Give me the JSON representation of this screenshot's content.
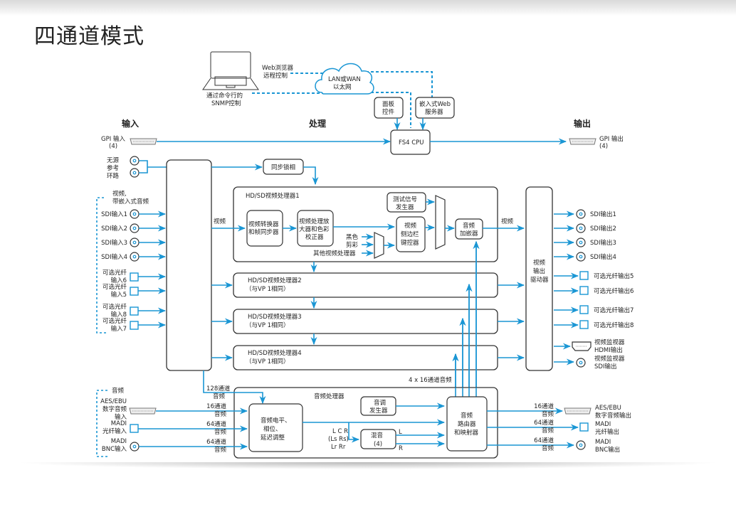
{
  "page": {
    "title": "四通道模式"
  },
  "colors": {
    "line": "#1a96d4",
    "box": "#333333",
    "text": "#222222"
  },
  "sections": {
    "input": "输入",
    "processing": "处理",
    "output": "输出"
  },
  "network": {
    "laptop_web_label": [
      "Web浏览器",
      "远程控制"
    ],
    "laptop_snmp_label": [
      "通过命令行的",
      "SNMP控制"
    ],
    "cloud_label": [
      "LAN或WAN",
      "以太网"
    ],
    "panel_controls": [
      "面板",
      "控件"
    ],
    "web_server": [
      "嵌入式Web",
      "服务器"
    ],
    "cpu": "FS4 CPU"
  },
  "gpi": {
    "input_label": "GPI 输入",
    "input_count": "(4)",
    "output_label": "GPI 输出",
    "output_count": "(4)"
  },
  "reference": {
    "label": [
      "无源",
      "参考",
      "环路"
    ],
    "genlock": "同步锁相"
  },
  "video_inputs": {
    "group_label": [
      "视频,",
      "带嵌入式音频"
    ],
    "sdi": [
      "SDI输入1",
      "SDI输入2",
      "SDI输入3",
      "SDI输入4"
    ],
    "fiber": [
      [
        "可选光纤",
        "输入6"
      ],
      [
        "可选光纤",
        "输入5"
      ],
      [
        "可选光纤",
        "输入8"
      ],
      [
        "可选光纤",
        "输入7"
      ]
    ]
  },
  "video_label_in": "视频",
  "video_label_out": "视频",
  "vp1": {
    "title": "HD/SD视频处理器1",
    "converter": [
      "视频转换器",
      "和帧同步器"
    ],
    "proc_amp": [
      "视频处理放",
      "大器和色彩",
      "校正器"
    ],
    "test_gen": [
      "测试信号",
      "发生器"
    ],
    "sidebar_keyer": [
      "视频",
      "侧边栏",
      "键控器"
    ],
    "embedder": [
      "音频",
      "加嵌器"
    ],
    "mux_inputs": [
      "黑色",
      "剪彩",
      "其他视频处理器"
    ]
  },
  "vp_others": [
    {
      "title": "HD/SD视频处理器2",
      "note": "（与VP 1相同）"
    },
    {
      "title": "HD/SD视频处理器3",
      "note": "（与VP 1相同）"
    },
    {
      "title": "HD/SD视频处理器4",
      "note": "（与VP 1相同）"
    }
  ],
  "output_driver": [
    "视频",
    "输出",
    "驱动器"
  ],
  "video_outputs": {
    "sdi": [
      "SDI输出1",
      "SDI输出2",
      "SDI输出3",
      "SDI输出4"
    ],
    "fiber": [
      "可选光纤输出5",
      "可选光纤输出6",
      "可选光纤输出7",
      "可选光纤输出8"
    ],
    "hdmi_monitor": [
      "视频监视器",
      "HDMI输出"
    ],
    "sdi_monitor": [
      "视频监视器",
      "SDI输出"
    ]
  },
  "audio": {
    "group_label": "音频",
    "channels_4x16": "4 x 16通道音频",
    "ch128": [
      "128通道",
      "音频"
    ],
    "processor_title": "音频处理器",
    "level_box": [
      "音频电平、",
      "相位、",
      "延迟调整"
    ],
    "tone_gen": [
      "音调",
      "发生器"
    ],
    "mix": [
      "混音",
      "(4)"
    ],
    "mix_in": [
      "L C R",
      "(Ls Rs)",
      "Lr Rr"
    ],
    "mix_out_l": "L",
    "mix_out_r": "R",
    "router": [
      "音频",
      "路由器",
      "和映射器"
    ],
    "inputs": [
      {
        "label": [
          "AES/EBU",
          "数字音频",
          "输入"
        ],
        "channels": [
          "16通道",
          "音频"
        ]
      },
      {
        "label": [
          "MADI",
          "光纤输入"
        ],
        "channels": [
          "64通道",
          "音频"
        ]
      },
      {
        "label": [
          "MADI",
          "BNC输入"
        ],
        "channels": [
          "64通道",
          "音频"
        ]
      }
    ],
    "outputs": [
      {
        "label": [
          "AES/EBU",
          "数字音频输出"
        ],
        "channels": [
          "16通道",
          "音频"
        ]
      },
      {
        "label": [
          "MADI",
          "光纤输出"
        ],
        "channels": [
          "64通道",
          "音频"
        ]
      },
      {
        "label": [
          "MADI",
          "BNC输出"
        ],
        "channels": [
          "64通道",
          "音频"
        ]
      }
    ]
  }
}
